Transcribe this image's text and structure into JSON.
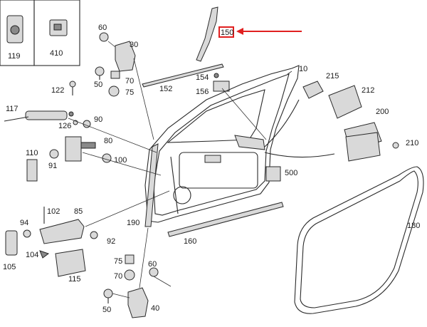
{
  "callouts": {
    "c119": "119",
    "c410": "410",
    "c60a": "60",
    "c30": "30",
    "c150": "150",
    "c70a": "70",
    "c50a": "50",
    "c75a": "75",
    "c152": "152",
    "c154": "154",
    "c156": "156",
    "c10": "10",
    "c215": "215",
    "c212": "212",
    "c122": "122",
    "c117": "117",
    "c126": "126",
    "c90": "90",
    "c200": "200",
    "c80": "80",
    "c210": "210",
    "c110": "110",
    "c91": "91",
    "c100": "100",
    "c500": "500",
    "c102": "102",
    "c85": "85",
    "c94": "94",
    "c180": "180",
    "c190": "190",
    "c92": "92",
    "c160": "160",
    "c104": "104",
    "c105": "105",
    "c115": "115",
    "c75b": "75",
    "c70b": "70",
    "c60b": "60",
    "c50b": "50",
    "c40": "40"
  },
  "colors": {
    "highlight": "#e02020",
    "line": "#2a2a2a"
  }
}
